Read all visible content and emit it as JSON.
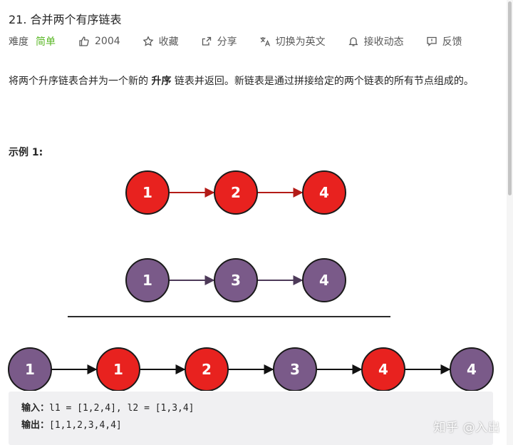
{
  "problem": {
    "title": "21. 合并两个有序链表",
    "difficulty_label": "难度",
    "difficulty": "简单"
  },
  "actions": {
    "like_count": "2004",
    "favorite": "收藏",
    "share": "分享",
    "switch_lang": "切换为英文",
    "subscribe": "接收动态",
    "feedback": "反馈"
  },
  "description": {
    "part1": "将两个升序链表合并为一个新的 ",
    "bold": "升序",
    "part2": " 链表并返回。新链表是通过拼接给定的两个链表的所有节点组成的。"
  },
  "example": {
    "title": "示例 1:",
    "input_label": "输入：",
    "input_value": "l1 = [1,2,4], l2 = [1,3,4]",
    "output_label": "输出：",
    "output_value": "[1,1,2,3,4,4]"
  },
  "diagram": {
    "list1": [
      "1",
      "2",
      "4"
    ],
    "list2": [
      "1",
      "3",
      "4"
    ],
    "merged": [
      "1",
      "1",
      "2",
      "3",
      "4",
      "4"
    ],
    "merged_sources": [
      "l2",
      "l1",
      "l1",
      "l2",
      "l1",
      "l2"
    ],
    "colors": {
      "l1": "#e8221f",
      "l2": "#7a5a89",
      "l1_arrow": "#b31b17",
      "l2_arrow": "#4d3a59"
    }
  },
  "watermark": "知乎 @入出"
}
